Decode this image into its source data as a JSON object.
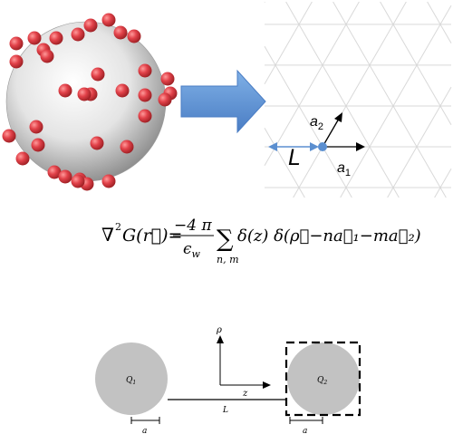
{
  "lattice": {
    "label_L": "L",
    "label_a1": "a",
    "label_a1_sub": "1",
    "label_a2": "a",
    "label_a2_sub": "2"
  },
  "formula": {
    "nabla": "∇",
    "nabla_sup": "2",
    "lhs": "G(r⃗)=",
    "numerator": "−4 π",
    "denominator": "ϵ",
    "denominator_sub": "w",
    "sum_symbol": "∑",
    "sum_index": "n, m",
    "rhs": "δ(z) δ(ρ⃗−na⃗₁−ma⃗₂)"
  },
  "geometry_diagram": {
    "axis_rho": "ρ",
    "axis_z": "z",
    "sphere1_label": "Q",
    "sphere1_sub": "1",
    "sphere2_label": "Q",
    "sphere2_sub": "2",
    "distance_label": "L",
    "radius_label_left": "a",
    "radius_label_right": "a"
  },
  "colors": {
    "particle_red": "#e2424a",
    "arrow_blue": "#5b8fd0",
    "sphere_gray": "#c0c0c0",
    "lattice_line": "#d9d9d9"
  }
}
